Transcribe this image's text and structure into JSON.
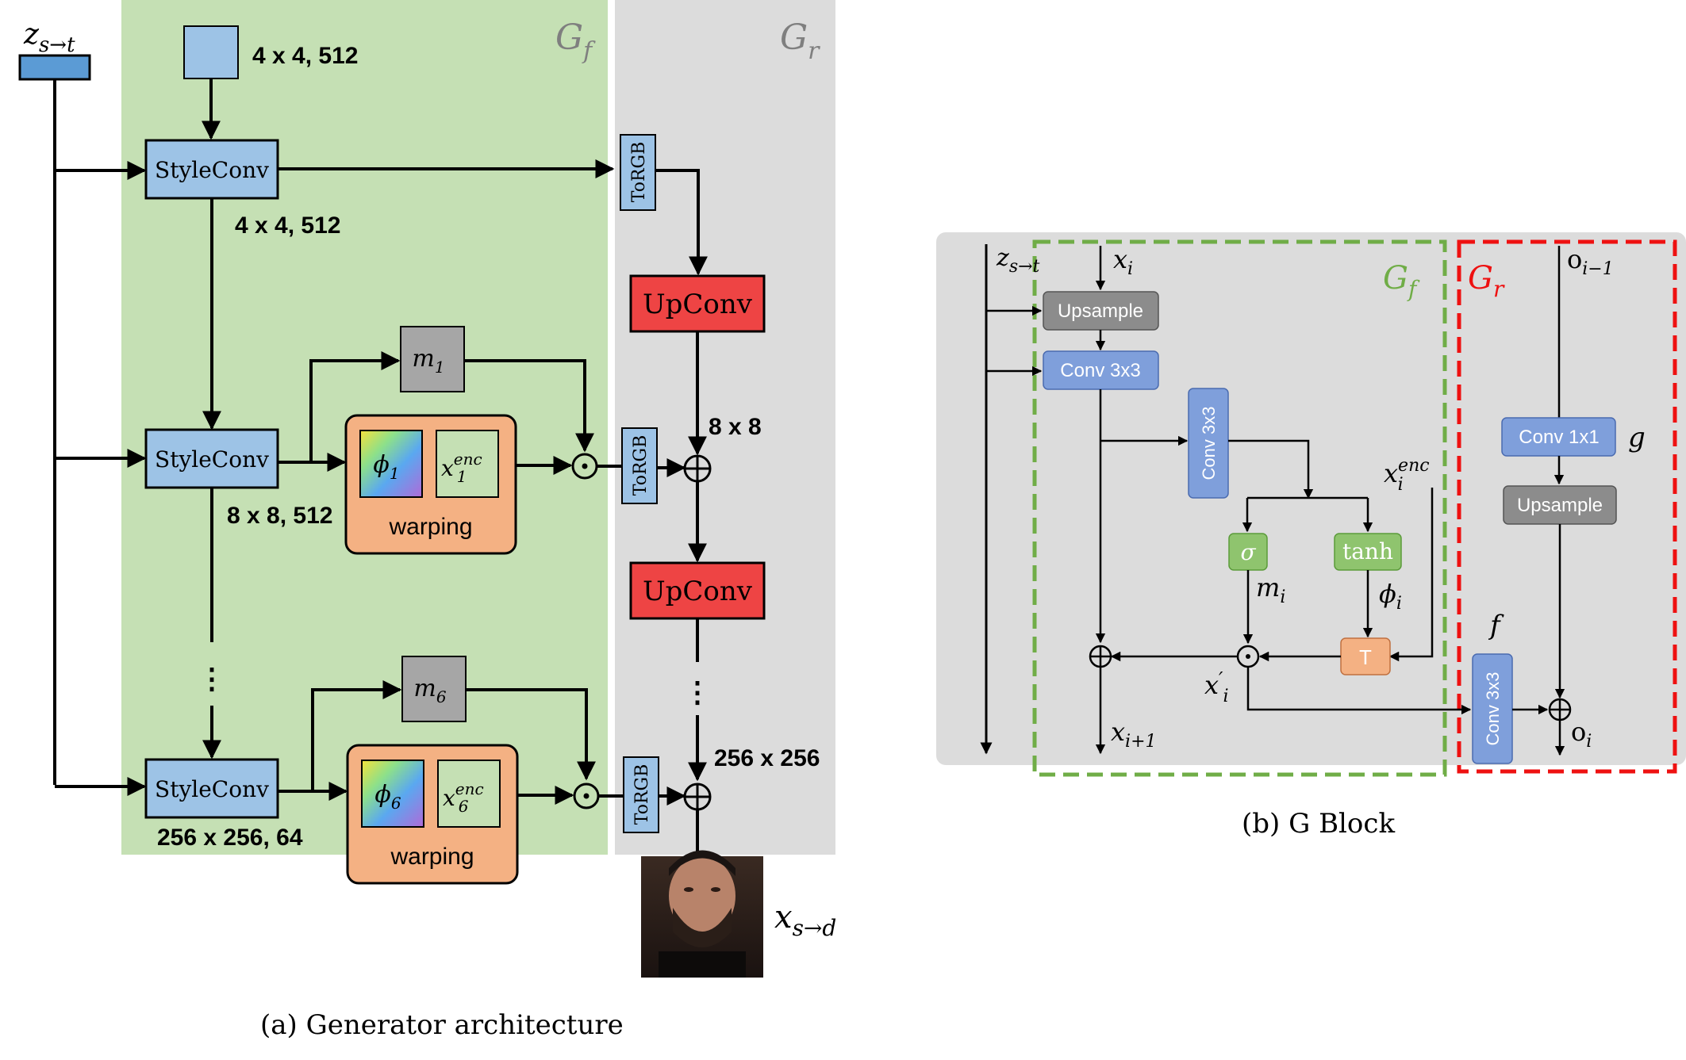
{
  "panel_a": {
    "caption": "(a) Generator architecture",
    "gf_label": "G",
    "gf_sub": "f",
    "gr_label": "G",
    "gr_sub": "r",
    "z_label": "z",
    "z_sub": "s→t",
    "const_dim": "4 x 4, 512",
    "styleconv_label": "StyleConv",
    "dim_1": "4 x 4, 512",
    "dim_2": "8 x 8, 512",
    "dim_3": "256 x 256, 64",
    "torgb_label": "ToRGB",
    "upconv_label": "UpConv",
    "res_1": "8 x 8",
    "res_2": "256 x 256",
    "m1_label": "m",
    "m1_sub": "1",
    "m6_label": "m",
    "m6_sub": "6",
    "phi1_label": "ϕ",
    "phi1_sub": "1",
    "phi6_label": "ϕ",
    "phi6_sub": "6",
    "xenc_label": "x",
    "xenc_sup": "enc",
    "xenc1_sub": "1",
    "xenc6_sub": "6",
    "warping_label": "warping",
    "dots": "⋮",
    "output_label": "x",
    "output_sub": "s→d"
  },
  "panel_b": {
    "caption": "(b) G Block",
    "gf_label": "G",
    "gf_sub": "f",
    "gr_label": "G",
    "gr_sub": "r",
    "z_label": "z",
    "z_sub": "s→t",
    "xi_label": "x",
    "xi_sub": "i",
    "upsample_label": "Upsample",
    "conv3x3_label": "Conv 3x3",
    "sigma_label": "σ",
    "tanh_label": "tanh",
    "T_label": "T",
    "mi_label": "m",
    "mi_sub": "i",
    "phii_label": "ϕ",
    "phii_sub": "i",
    "xenc_label": "x",
    "xenc_sup": "enc",
    "xenc_sub": "i",
    "xprime_label": "x",
    "xprime_mark": "′",
    "xprime_sub": "i",
    "xnext_label": "x",
    "xnext_sub": "i+1",
    "oprev_label": "o",
    "oprev_sub": "i−1",
    "conv1x1_label": "Conv 1x1",
    "g_label": "g",
    "f_label": "f",
    "oi_label": "o",
    "oi_sub": "i"
  },
  "colors": {
    "green_panel": "#c5e0b4",
    "gray_panel": "#dcdcdc",
    "blue_box": "#9dc3e6",
    "blue_block": "#7f9fdb",
    "red_box": "#ee4444",
    "orange_box": "#f4b183",
    "gray_box": "#8c8c8c",
    "green_box": "#8fc46e",
    "dashed_green": "#70ad47",
    "dashed_red": "#ee1111"
  }
}
